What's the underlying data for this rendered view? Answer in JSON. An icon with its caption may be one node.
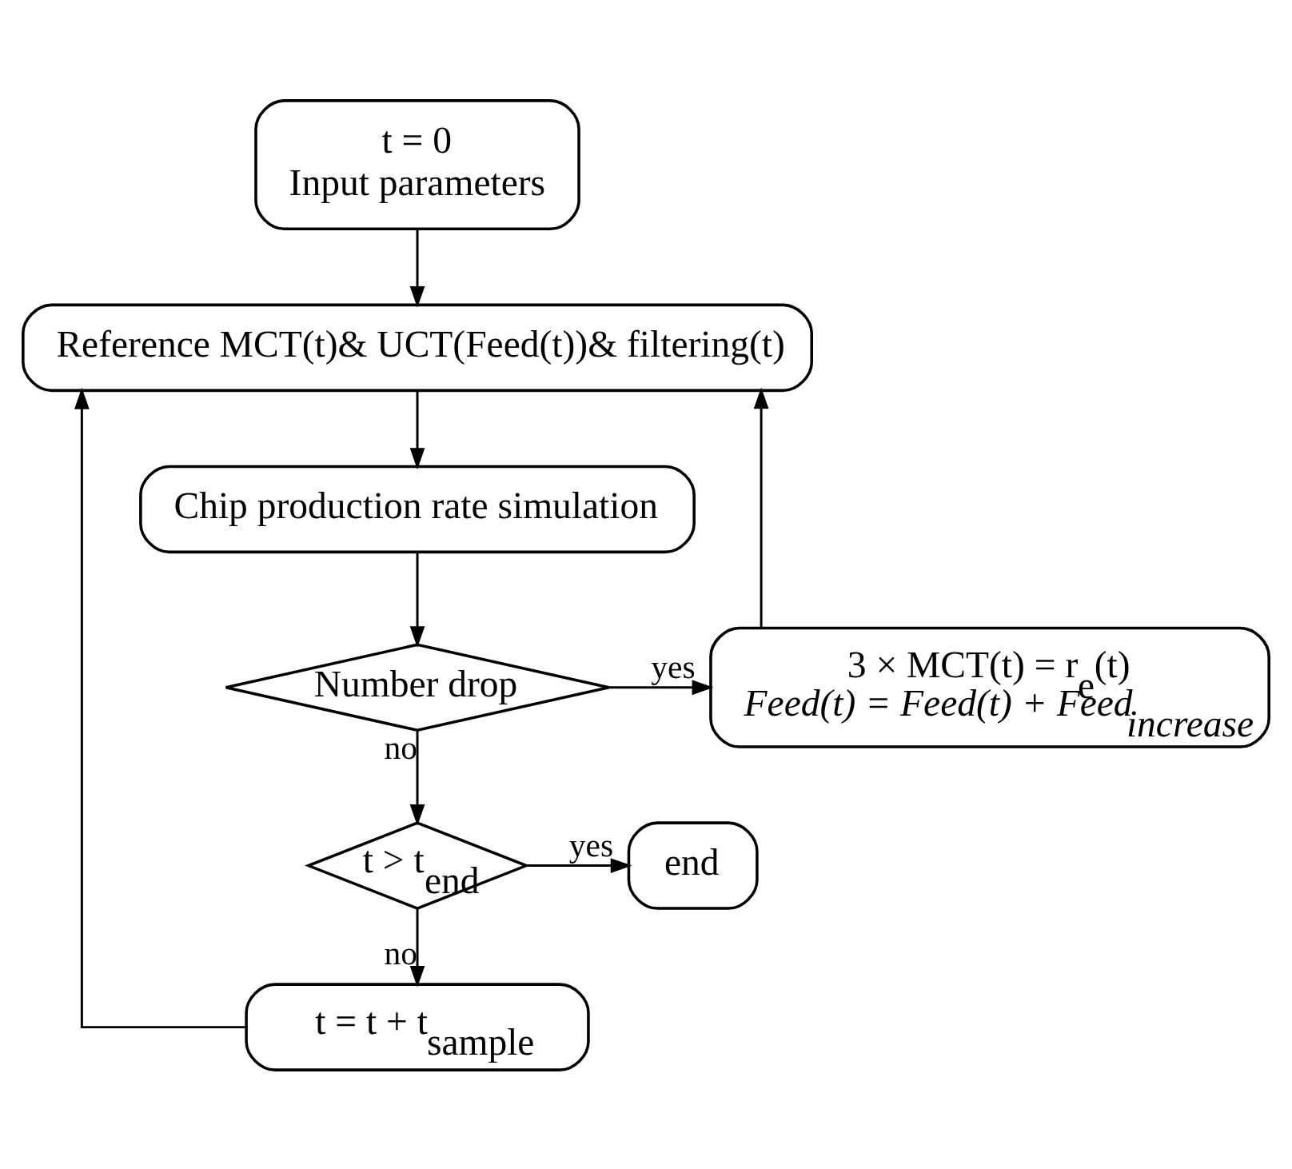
{
  "diagram": {
    "nodes": [
      {
        "text": [
          "t = 0",
          "Input parameters"
        ]
      },
      {
        "text": [
          "Reference MCT(t)& UCT(Feed(t))& filtering(t)"
        ]
      },
      {
        "text": [
          "Chip production rate simulation"
        ]
      },
      {
        "text": [
          "Number drop"
        ]
      },
      {
        "text": [
          "3 × MCT(t) = r$_{e}$(t)",
          "Feed(t) = Feed(t) + Feed$_{increase}$"
        ]
      },
      {
        "text": [
          "t > t$_{end}$"
        ]
      },
      {
        "text": [
          "end"
        ]
      },
      {
        "text": [
          "t = t + t$_{sample}$"
        ]
      }
    ],
    "edges": [
      {
        "from": 0,
        "to": 1,
        "arrow": "to"
      },
      {
        "from": 1,
        "to": 2,
        "arrow": "to"
      },
      {
        "from": 2,
        "to": 3,
        "arrow": "to"
      },
      {
        "from": 3,
        "to": 4,
        "arrow": "to",
        "label": "yes"
      },
      {
        "from": 4,
        "to": 1,
        "arrow": "to"
      },
      {
        "from": 3,
        "to": 5,
        "arrow": "to",
        "label": "no"
      },
      {
        "from": 5,
        "to": 6,
        "arrow": "to",
        "label": "yes"
      },
      {
        "from": 5,
        "to": 7,
        "arrow": "to",
        "label": "no"
      },
      {
        "from": 7,
        "to": 1,
        "arrow": "to"
      }
    ]
  }
}
